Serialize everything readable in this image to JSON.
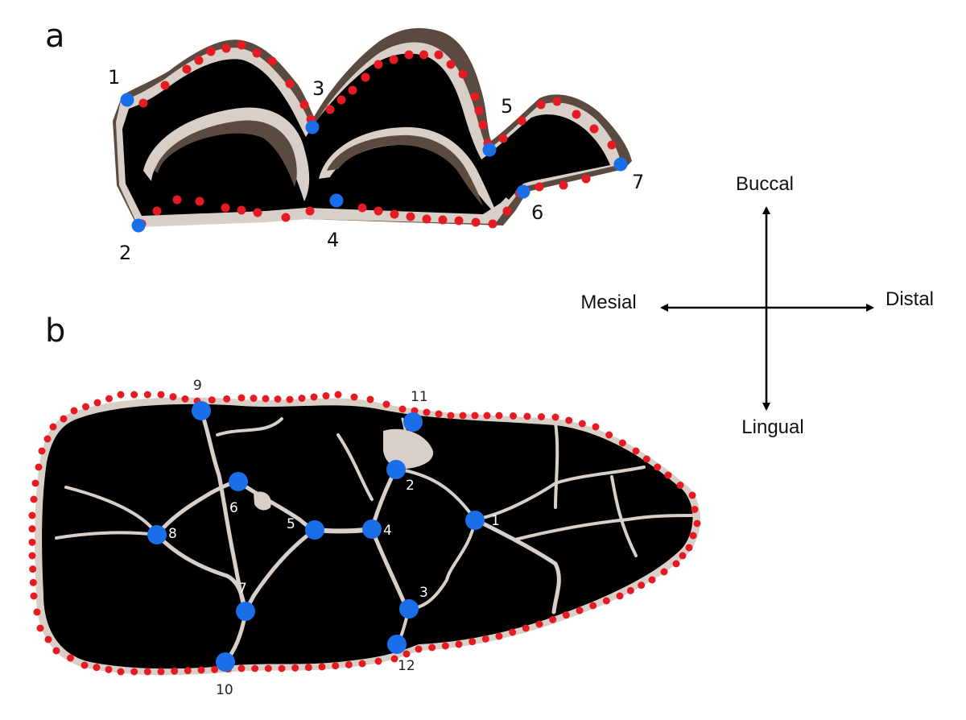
{
  "panels": {
    "a": {
      "letter": "a",
      "landmarks": [
        "1",
        "2",
        "3",
        "4",
        "5",
        "6",
        "7"
      ]
    },
    "b": {
      "letter": "b",
      "landmarks": [
        "1",
        "2",
        "3",
        "4",
        "5",
        "6",
        "7",
        "8",
        "9",
        "10",
        "11",
        "12"
      ]
    }
  },
  "directions": {
    "buccal": "Buccal",
    "lingual": "Lingual",
    "mesial": "Mesial",
    "distal": "Distal"
  },
  "colors": {
    "landmark": "#1a6fe8",
    "semilandmark": "#e51b23",
    "tooth_fill": "#000000",
    "tooth_outline": "#d8d0c8",
    "enamel": "#5a4a40"
  }
}
